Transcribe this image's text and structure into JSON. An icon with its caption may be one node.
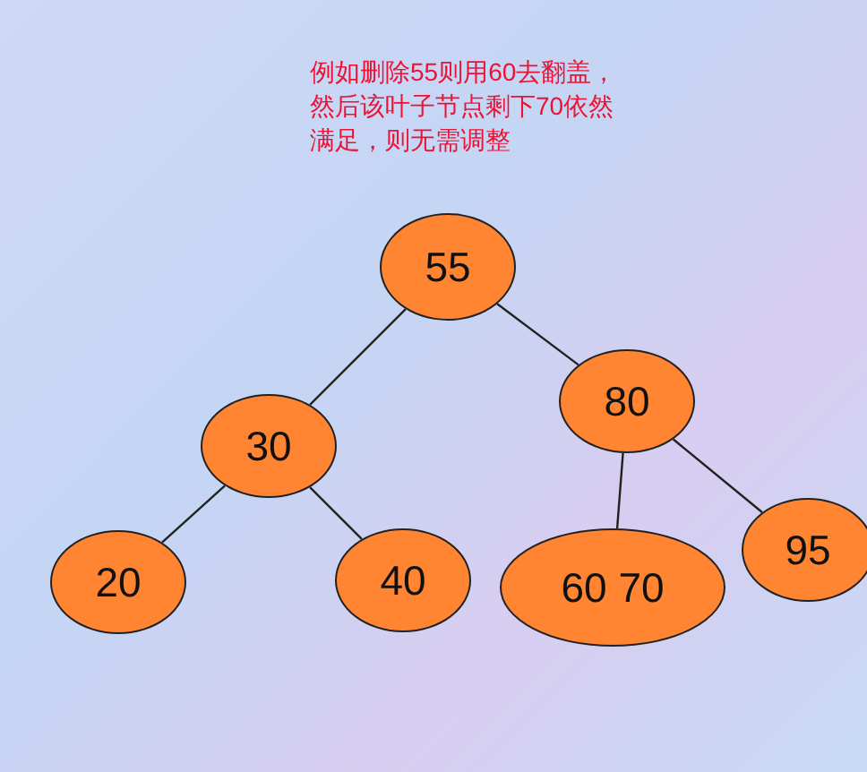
{
  "diagram": {
    "nodes": [
      {
        "text": [
          "55"
        ]
      },
      {
        "text": [
          "30"
        ]
      },
      {
        "text": [
          "80"
        ]
      },
      {
        "text": [
          "20"
        ]
      },
      {
        "text": [
          "40"
        ]
      },
      {
        "text": [
          "60 70"
        ]
      },
      {
        "text": [
          "95"
        ]
      }
    ],
    "edges": [
      {
        "from": 0,
        "to": 1,
        "arrow": "none"
      },
      {
        "from": 0,
        "to": 2,
        "arrow": "none"
      },
      {
        "from": 1,
        "to": 3,
        "arrow": "none"
      },
      {
        "from": 1,
        "to": 4,
        "arrow": "none"
      },
      {
        "from": 2,
        "to": 5,
        "arrow": "none"
      },
      {
        "from": 2,
        "to": 6,
        "arrow": "none"
      }
    ],
    "labels": [
      "例如删除55则用60去翻盖，然后该叶子节点剩下70依然满足，则无需调整"
    ]
  }
}
